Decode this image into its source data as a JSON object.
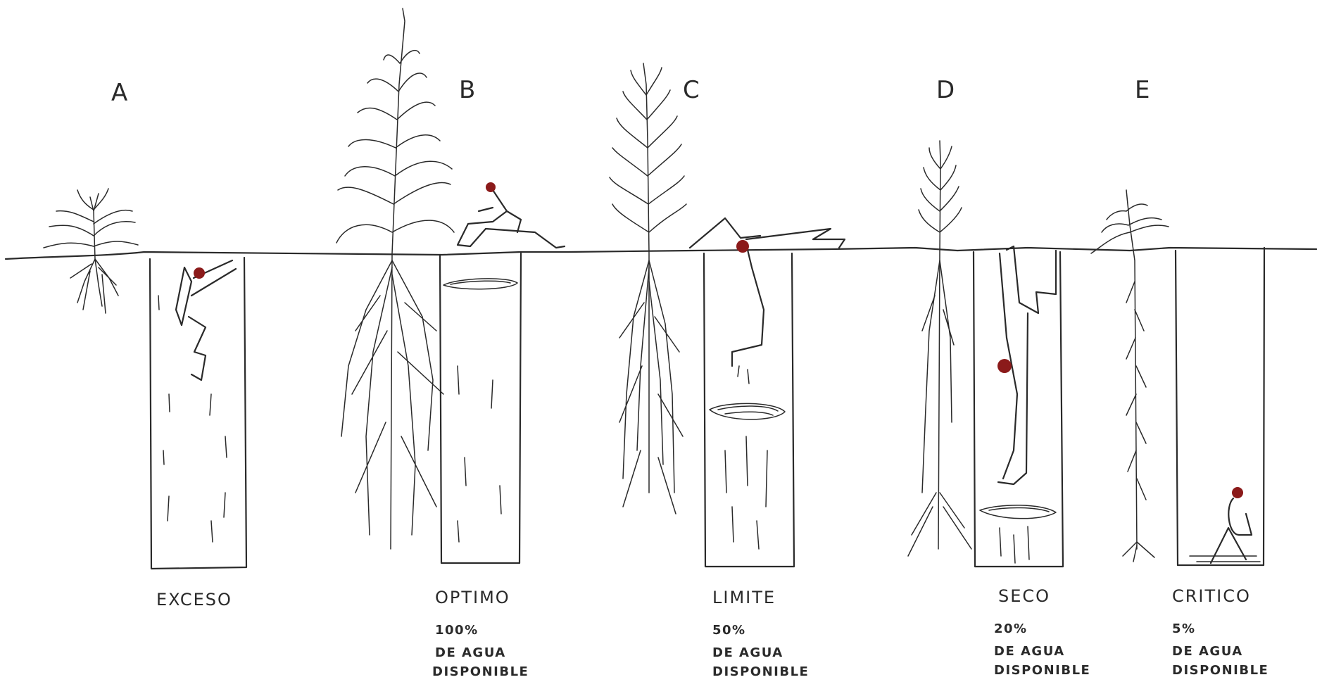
{
  "columns": [
    {
      "letter": "A",
      "state": "EXCESO",
      "percent": "",
      "water_line1": "",
      "water_line2": ""
    },
    {
      "letter": "B",
      "state": "OPTIMO",
      "percent": "100%",
      "water_line1": "DE AGUA",
      "water_line2": "DISPONIBLE"
    },
    {
      "letter": "C",
      "state": "LIMITE",
      "percent": "50%",
      "water_line1": "DE AGUA",
      "water_line2": "DISPONIBLE"
    },
    {
      "letter": "D",
      "state": "SECO",
      "percent": "20%",
      "water_line1": "DE AGUA",
      "water_line2": "DISPONIBLE"
    },
    {
      "letter": "E",
      "state": "CRITICO",
      "percent": "5%",
      "water_line1": "DE AGUA",
      "water_line2": "DISPONIBLE"
    }
  ],
  "colors": {
    "ink": "#2a2a2a",
    "figure_head": "#8b1a1a",
    "background": "#ffffff"
  },
  "icons": [
    "corn-plant-icon",
    "water-well-icon",
    "stick-figure-icon",
    "water-surface-icon"
  ]
}
